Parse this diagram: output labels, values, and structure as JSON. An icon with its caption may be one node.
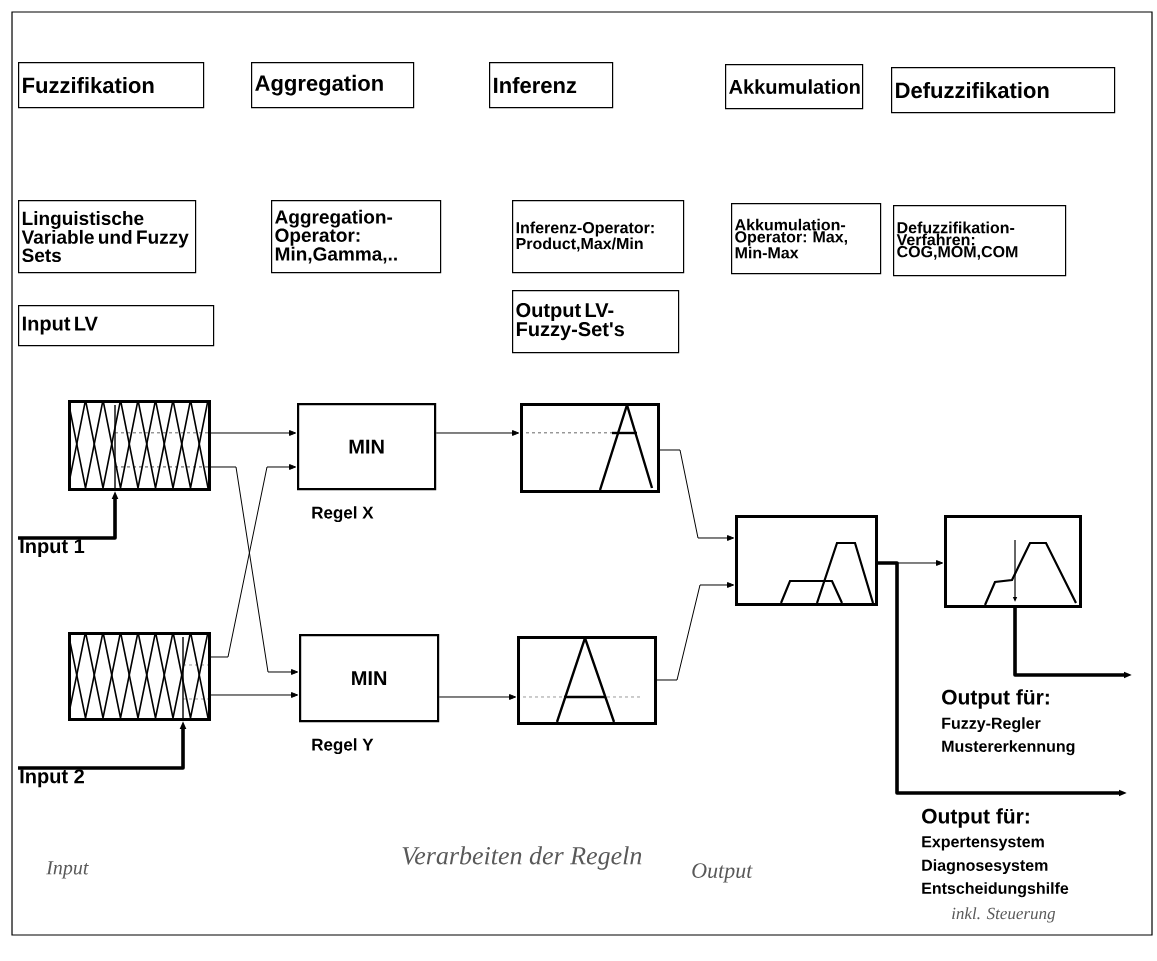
{
  "diagram": {
    "nodes": [
      {
        "text": [
          "Fuzzifikation"
        ]
      },
      {
        "text": [
          "Aggregation"
        ]
      },
      {
        "text": [
          "Inferenz"
        ]
      },
      {
        "text": [
          "Akkumulation"
        ]
      },
      {
        "text": [
          "Defuzzifikation"
        ]
      },
      {
        "text": [
          "Linguistische Variable und Fuzzy Sets"
        ]
      },
      {
        "text": [
          "Aggregation-Operator: Min,Gamma,.."
        ]
      },
      {
        "text": [
          "Inferenz-Operator: Product,Max/Min"
        ]
      },
      {
        "text": [
          "Akkumulation-Operator: Max, Min-Max"
        ]
      },
      {
        "text": [
          "Defuzzifikation-Verfahren: COG,MOM,COM"
        ]
      },
      {
        "text": [
          "Input LV"
        ]
      },
      {
        "text": [
          "Output LV-Fuzzy-Set's"
        ]
      },
      {
        "text": [],
        "shape": "picture"
      },
      {
        "text": [
          "MIN"
        ],
        "beside": [
          "Regel X"
        ]
      },
      {
        "text": [],
        "shape": "picture"
      },
      {
        "text": [
          "Input 1"
        ]
      },
      {
        "text": [],
        "shape": "picture"
      },
      {
        "text": [],
        "shape": "picture"
      },
      {
        "text": [],
        "shape": "picture"
      },
      {
        "text": [
          "MIN"
        ],
        "beside": [
          "Regel Y"
        ]
      },
      {
        "text": [],
        "shape": "picture"
      },
      {
        "text": [
          "Input 2"
        ]
      }
    ],
    "edges": [
      {
        "from": 15,
        "to": 12,
        "arrow": "to",
        "style": "thick"
      },
      {
        "from": 21,
        "to": 18,
        "arrow": "to",
        "style": "thick"
      },
      {
        "from": 12,
        "to": 13,
        "arrow": "to"
      },
      {
        "from": 12,
        "to": 19,
        "arrow": "to"
      },
      {
        "from": 18,
        "to": 13,
        "arrow": "to"
      },
      {
        "from": 18,
        "to": 19,
        "arrow": "to"
      },
      {
        "from": 13,
        "to": 14,
        "arrow": "to"
      },
      {
        "from": 19,
        "to": 20,
        "arrow": "to"
      },
      {
        "from": 14,
        "to": 16,
        "arrow": "to"
      },
      {
        "from": 20,
        "to": 16,
        "arrow": "to"
      },
      {
        "from": 16,
        "to": 17,
        "arrow": "to"
      },
      {
        "from": 17,
        "to": null,
        "arrow": "to",
        "style": "thick"
      },
      {
        "from": 16,
        "to": null,
        "arrow": "to",
        "style": "thick"
      }
    ],
    "labels": [
      "Output für:",
      "Fuzzy-Regler",
      "Mustererkennung",
      "Output für:",
      "Expertensystem",
      "Diagnosesystem",
      "Entscheidungshilfe",
      "Input",
      "Verarbeiten der Regeln",
      "Output",
      "inkl. Steuerung"
    ]
  }
}
